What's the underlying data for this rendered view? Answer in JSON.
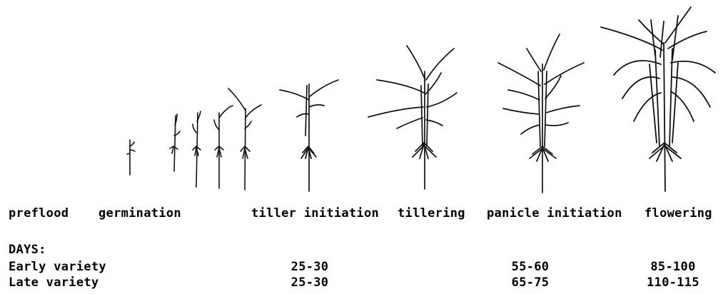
{
  "stages": [
    {
      "id": "preflood",
      "label": "preflood"
    },
    {
      "id": "germination",
      "label": "germination"
    },
    {
      "id": "tiller-initiation",
      "label": "tiller initiation"
    },
    {
      "id": "tillering",
      "label": "tillering"
    },
    {
      "id": "panicle-initiation",
      "label": "panicle initiation"
    },
    {
      "id": "flowering",
      "label": "flowering"
    }
  ],
  "days": {
    "heading": "DAYS:",
    "early": {
      "label": "Early variety",
      "tiller_initiation": "25-30",
      "panicle_initiation": "55-60",
      "flowering": "85-100"
    },
    "late": {
      "label": "Late variety",
      "tiller_initiation": "25-30",
      "panicle_initiation": "65-75",
      "flowering": "110-115"
    }
  }
}
